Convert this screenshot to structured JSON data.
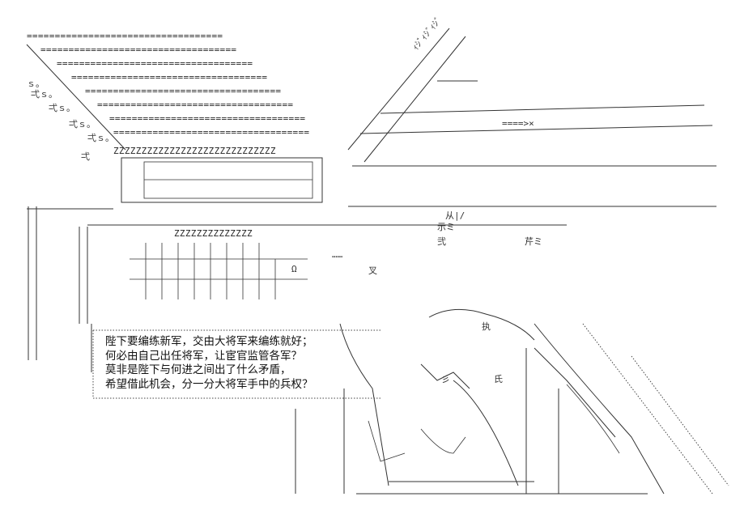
{
  "dialogue": {
    "line1": "陛下要编练新军，交由大将军来编练就好；",
    "line2": "何必由自己出任将军，让宦官监管各军？",
    "line3": "莫非是陛下与何进之间出了什么矛盾，",
    "line4": "希望借此机会，分一分大将军手中的兵权？"
  },
  "art": {
    "eq_row": "===================================",
    "z_row": "ZZZZZZZZZZZZZZZZZZZZZZZZZZZZZ",
    "z_row_small": "ZZZZZZZZZZZZZZ",
    "kanji_a": "从|/",
    "kanji_b": "示ミ",
    "kanji_c": "芹ミ",
    "kanji_d": "叉",
    "kanji_e": "弌",
    "kanji_f": "氏",
    "kanji_g": "彡",
    "kanji_h": "执",
    "kanji_i": "弐",
    "side_text": "ｨｼﾞｨｼﾞｨｼﾞ",
    "ellipsis": "……",
    "omega": "Ω",
    "eq_arrow": "====>×",
    "so_mark": "ｓ。",
    "shiki_mark": "弌ｓ。"
  },
  "colors": {
    "ink": "#333333",
    "background": "#ffffff"
  }
}
